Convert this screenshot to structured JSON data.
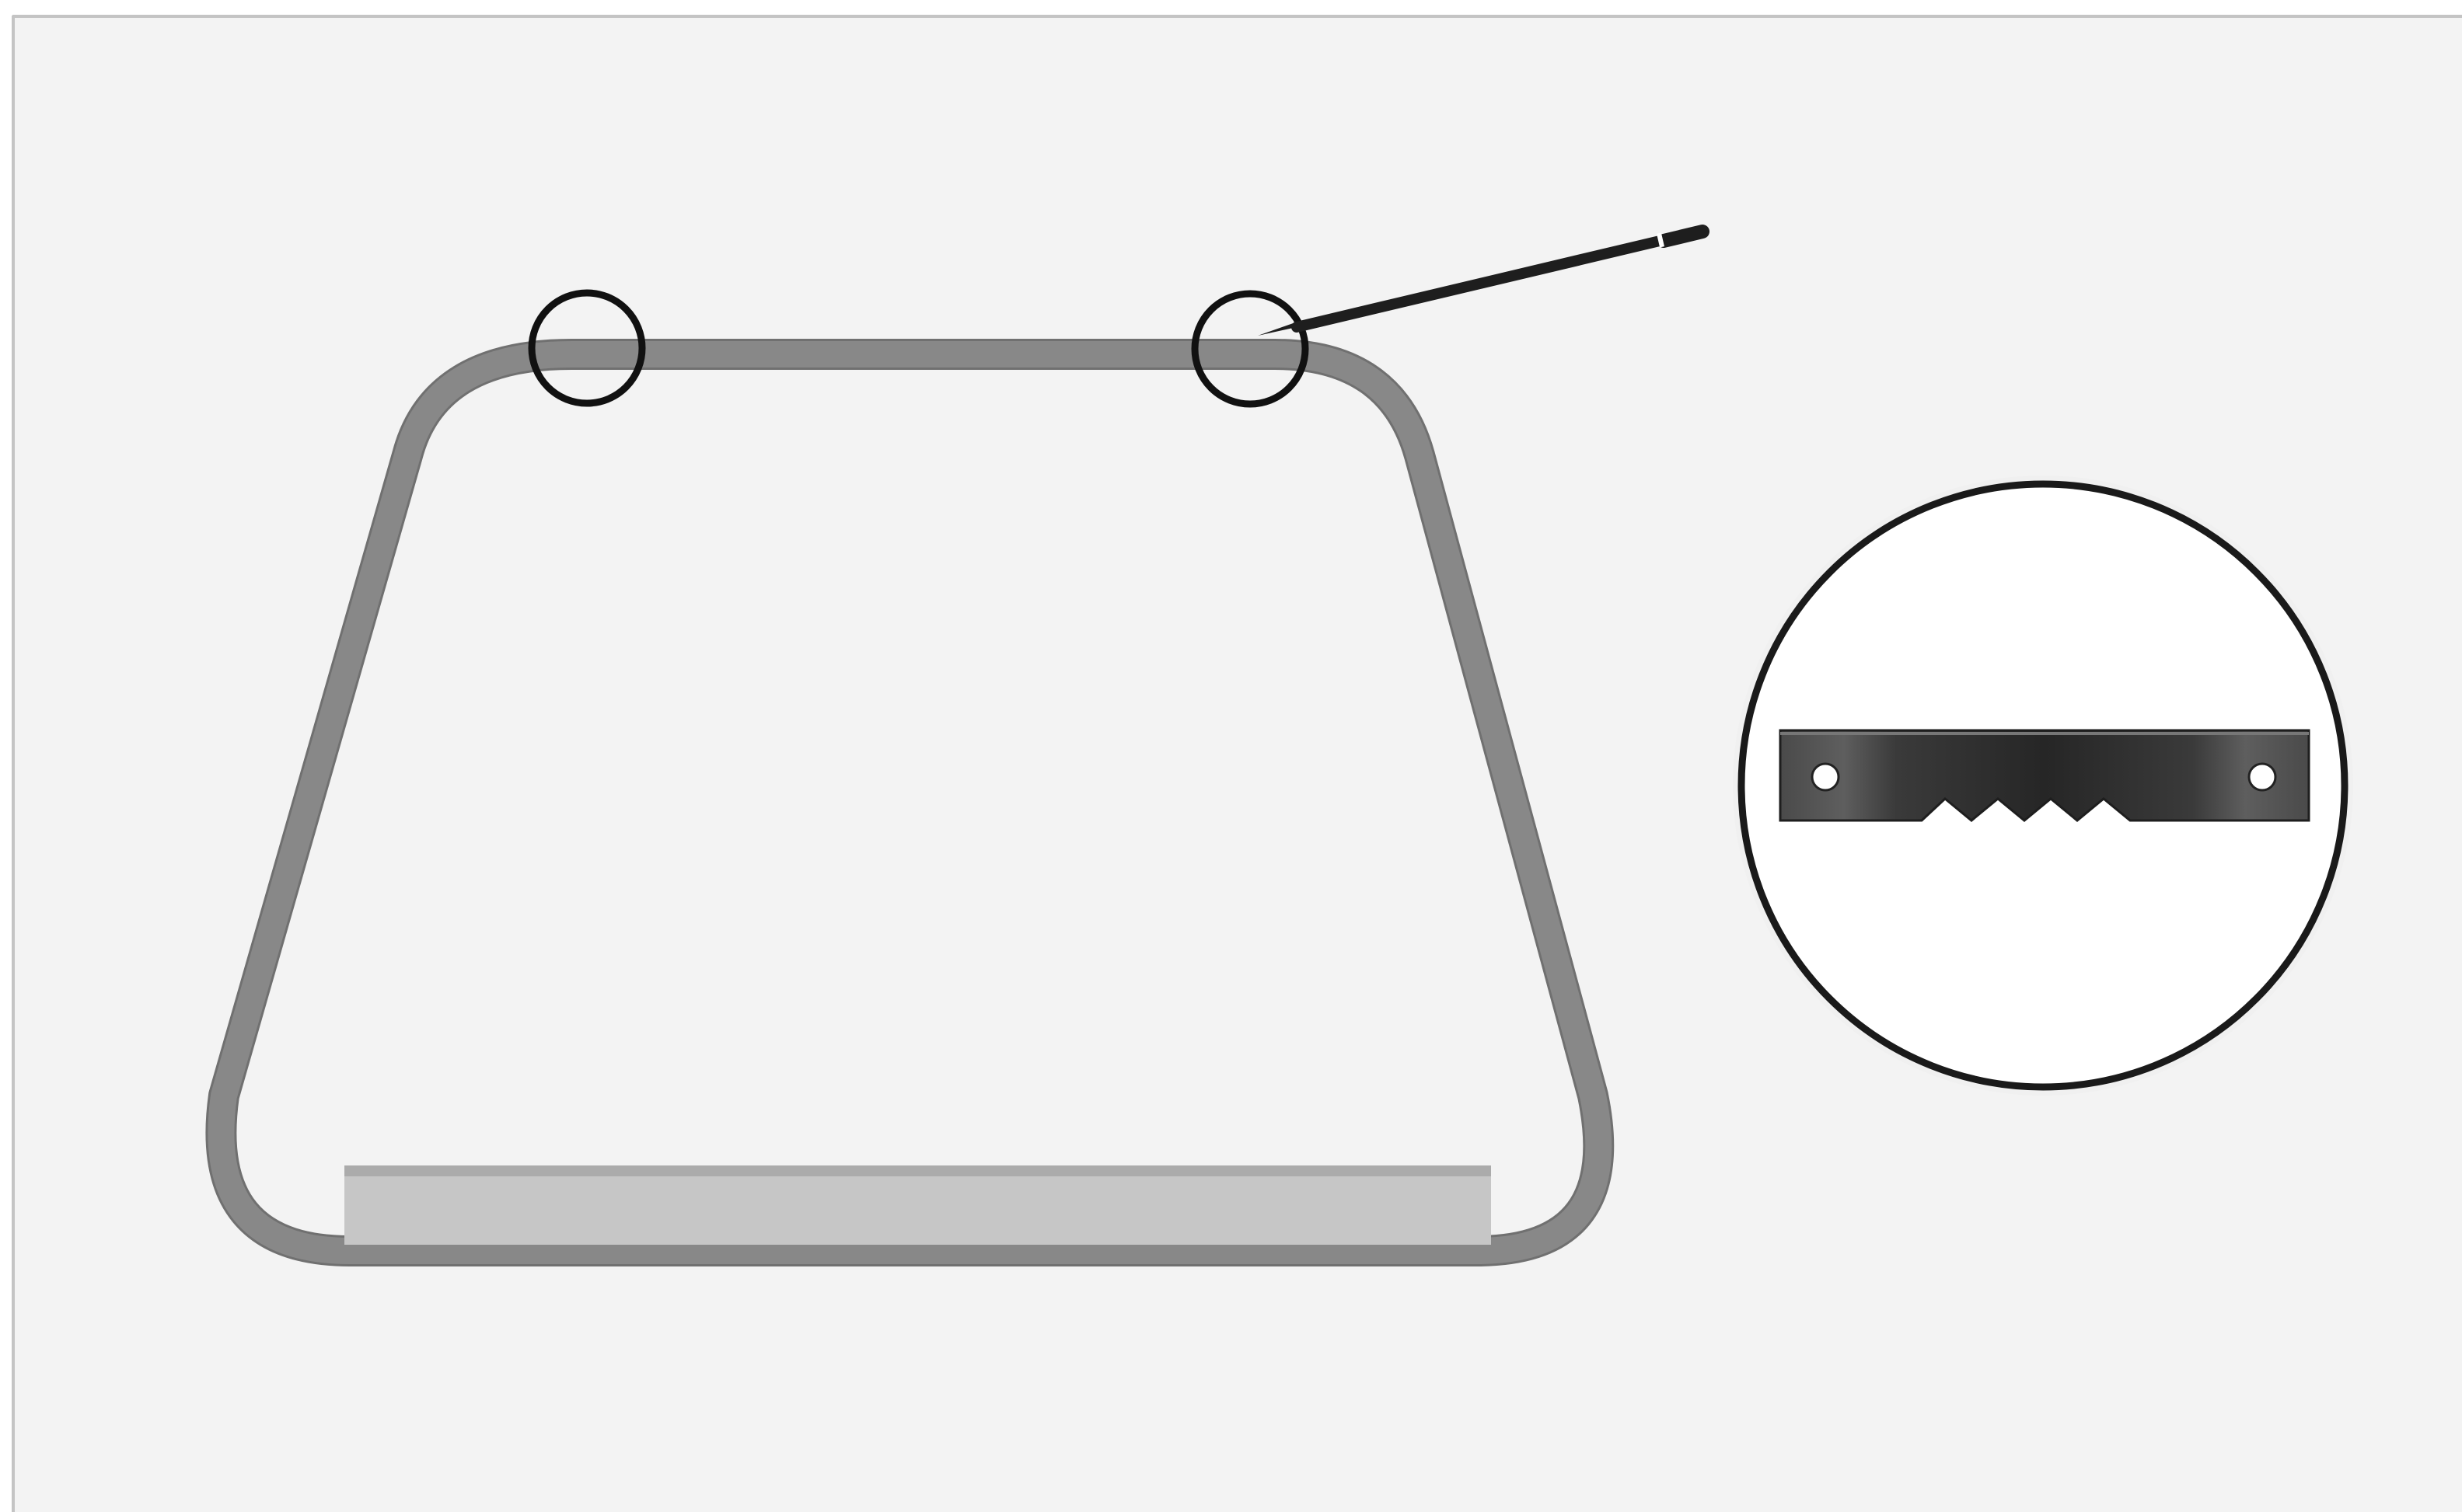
{
  "diagram": {
    "frame_shape": "rounded-trapezoid",
    "highlighted_points": 2,
    "inset_subject": "sawtooth-hanger",
    "hanger_teeth": 3,
    "hanger_holes": 2
  },
  "colors": {
    "background": "#f3f3f3",
    "border": "#c4c4c4",
    "frame": "#858585",
    "frame_shadow": "#6f6f6f",
    "bar_fill": "#c6c6c6",
    "bar_edge": "#a9a9a9",
    "marker_ring": "#111111",
    "pencil": "#1e1e1e",
    "inset_fill": "#ffffff",
    "inset_ring": "#1a1a1a",
    "hanger_metal": "#3e3e3e",
    "hanger_highlight": "#6c6c6c"
  },
  "icons": {
    "pencil": "pencil-icon",
    "hanger": "sawtooth-hanger-icon"
  }
}
